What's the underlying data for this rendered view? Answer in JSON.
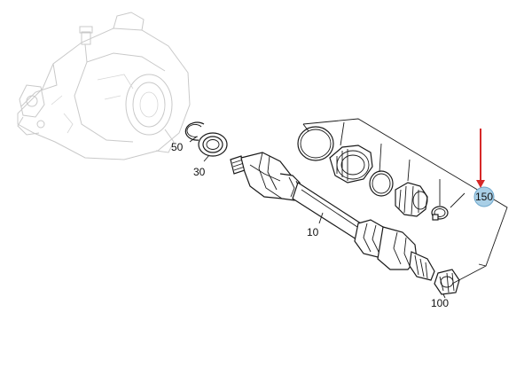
{
  "diagram": {
    "callouts": {
      "c10": "10",
      "c30": "30",
      "c50": "50",
      "c100": "100",
      "c150": "150"
    },
    "highlight_color": "#a9cfe6",
    "arrow_color": "#d62828"
  }
}
